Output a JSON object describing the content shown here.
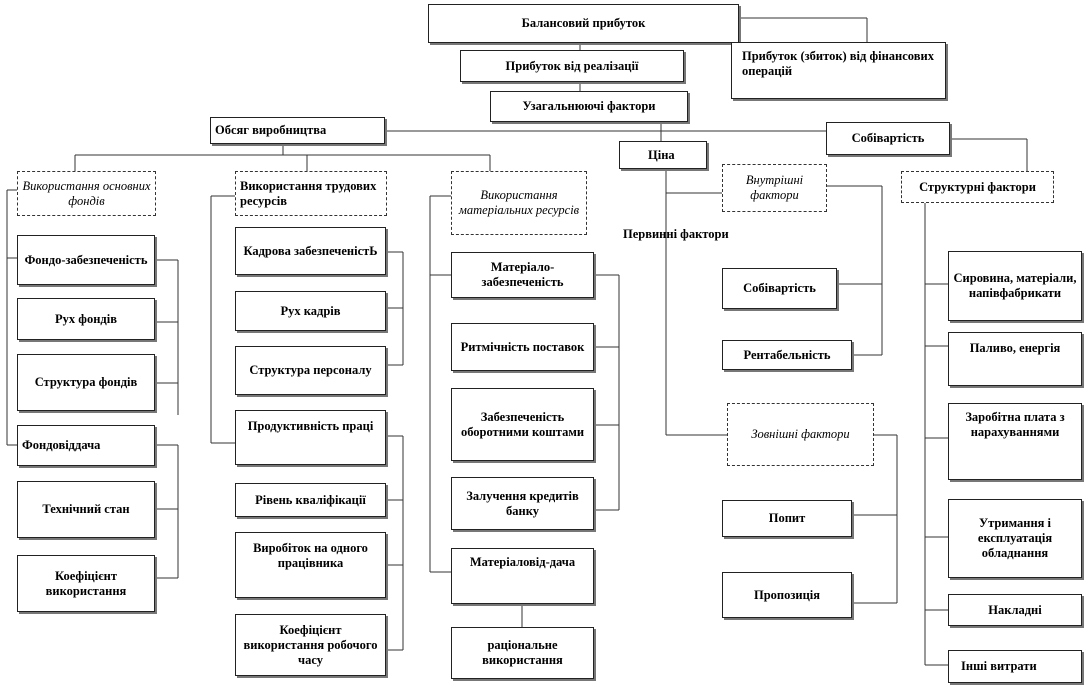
{
  "diagram": {
    "balance_profit": "Балансовий прибуток",
    "sales_profit": "Прибуток від реалізації",
    "fin_ops_profit": "Прибуток (збиток) від фінансових операцій",
    "general_factors": "Узагальнюючі фактори",
    "production_volume": "Обсяг виробництва",
    "cost_price_top": "Собівартість",
    "price": "Ціна",
    "primary_factors": "Первинні фактори",
    "fixed_assets": {
      "title": "Використання основних фондів",
      "items": [
        "Фондо-забезпеченість",
        "Рух фондів",
        "Структура фондів",
        "Фондовіддача",
        "Технічний стан",
        "Коефіцієнт використання"
      ]
    },
    "labor": {
      "title": "Використання трудових ресурсів",
      "items": [
        "Кадрова забезпеченістЬ",
        "Рух кадрів",
        "Структура персоналу",
        "Продуктивність праці",
        "Рівень кваліфікації",
        "Виробіток на одного працівника",
        "Коефіцієнт використання робочого часу"
      ]
    },
    "materials": {
      "title": "Використання матеріальних ресурсів",
      "items": [
        "Матеріало-забезпеченість",
        "Ритмічність поставок",
        "Забезпеченість оборотними коштами",
        "Залучення кредитів банку",
        "Матеріаловід-дача",
        "раціональне використання"
      ]
    },
    "internal": {
      "title": "Внутрішні фактори",
      "items": [
        "Собівартість",
        "Рентабельність"
      ]
    },
    "external": {
      "title": "Зовнішні фактори",
      "items": [
        "Попит",
        "Пропозиція"
      ]
    },
    "structural": {
      "title": "Структурні фактори",
      "items": [
        "Сировина, матеріали, напівфабрикати",
        "Паливо, енергія",
        "Заробітна плата з нарахуваннями",
        "Утримання і експлуатація обладнання",
        "Накладні",
        "Інші витрати"
      ]
    }
  }
}
